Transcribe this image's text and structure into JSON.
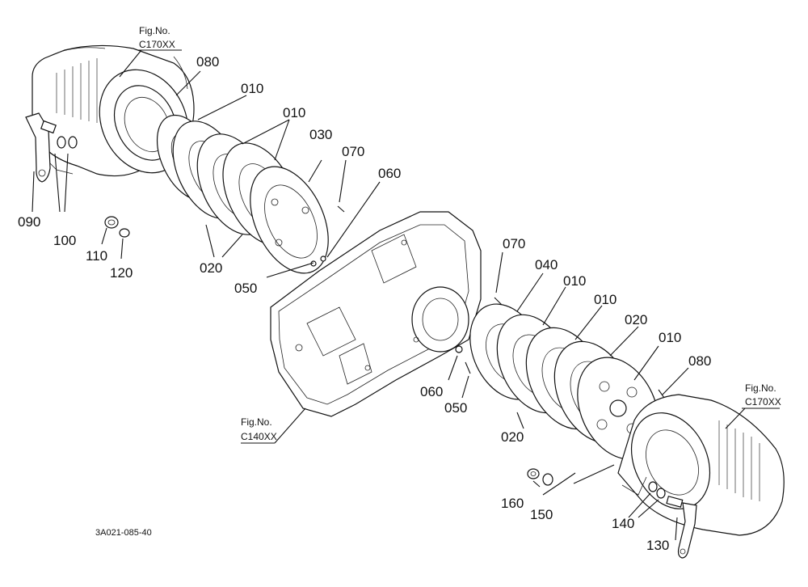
{
  "drawing_code": "3A021-085-40",
  "figure_refs": {
    "top_left": {
      "line1": "Fig.No.",
      "line2": "C170XX"
    },
    "bottom_center": {
      "line1": "Fig.No.",
      "line2": "C140XX"
    },
    "right": {
      "line1": "Fig.No.",
      "line2": "C170XX"
    }
  },
  "part_numbers": {
    "p080_top": "080",
    "p010_a": "010",
    "p010_b": "010",
    "p030": "030",
    "p070_top": "070",
    "p060_top": "060",
    "p090": "090",
    "p100": "100",
    "p110": "110",
    "p120": "120",
    "p020_top": "020",
    "p050_top": "050",
    "p070_mid": "070",
    "p040": "040",
    "p010_c": "010",
    "p010_d": "010",
    "p020_mid": "020",
    "p010_e": "010",
    "p080_right": "080",
    "p060_mid": "060",
    "p050_mid": "050",
    "p020_bottom": "020",
    "p160": "160",
    "p150": "150",
    "p140": "140",
    "p130": "130"
  }
}
